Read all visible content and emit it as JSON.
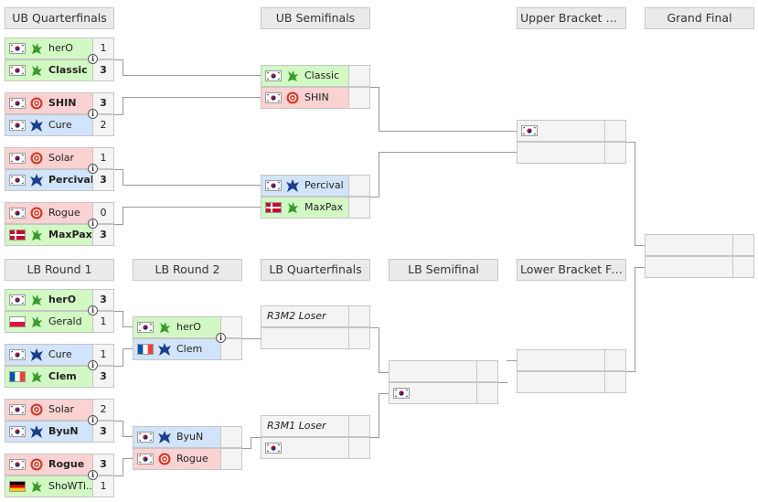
{
  "headers": [
    {
      "key": "ubqf",
      "label": "UB Quarterfinals"
    },
    {
      "key": "ubsf",
      "label": "UB Semifinals"
    },
    {
      "key": "ubf",
      "label": "Upper Bracket Final"
    },
    {
      "key": "gf",
      "label": "Grand Final"
    },
    {
      "key": "lbr1",
      "label": "LB Round 1"
    },
    {
      "key": "lbr2",
      "label": "LB Round 2"
    },
    {
      "key": "lbqf",
      "label": "LB Quarterfinals"
    },
    {
      "key": "lbsf",
      "label": "LB Semifinal"
    },
    {
      "key": "lbf",
      "label": "Lower Bracket Final"
    }
  ],
  "matches": [
    {
      "id": "ubqf1",
      "players": [
        {
          "name": "herO",
          "flag": "kr",
          "race": "zerg",
          "score": "1",
          "win": false
        },
        {
          "name": "Classic",
          "flag": "kr",
          "race": "zerg",
          "score": "3",
          "win": true
        }
      ]
    },
    {
      "id": "ubqf2",
      "players": [
        {
          "name": "SHIN",
          "flag": "kr",
          "race": "protoss",
          "score": "3",
          "win": true
        },
        {
          "name": "Cure",
          "flag": "kr",
          "race": "terran",
          "score": "2",
          "win": false
        }
      ]
    },
    {
      "id": "ubqf3",
      "players": [
        {
          "name": "Solar",
          "flag": "kr",
          "race": "protoss",
          "score": "1",
          "win": false
        },
        {
          "name": "Percival",
          "flag": "kr",
          "race": "terran",
          "score": "3",
          "win": true
        }
      ]
    },
    {
      "id": "ubqf4",
      "players": [
        {
          "name": "Rogue",
          "flag": "kr",
          "race": "protoss",
          "score": "0",
          "win": false
        },
        {
          "name": "MaxPax",
          "flag": "dk",
          "race": "zerg",
          "score": "3",
          "win": true
        }
      ]
    },
    {
      "id": "ubsf1",
      "players": [
        {
          "name": "Classic",
          "flag": "kr",
          "race": "zerg",
          "score": "",
          "win": false
        },
        {
          "name": "SHIN",
          "flag": "kr",
          "race": "protoss",
          "score": "",
          "win": false
        }
      ]
    },
    {
      "id": "ubsf2",
      "players": [
        {
          "name": "Percival",
          "flag": "kr",
          "race": "terran",
          "score": "",
          "win": false
        },
        {
          "name": "MaxPax",
          "flag": "dk",
          "race": "zerg",
          "score": "",
          "win": false
        }
      ]
    },
    {
      "id": "ubf",
      "players": [
        {
          "name": "",
          "flag": "kr",
          "race": "",
          "score": "",
          "win": false
        },
        {
          "name": "",
          "flag": "",
          "race": "",
          "score": "",
          "win": false
        }
      ]
    },
    {
      "id": "gf",
      "players": [
        {
          "name": "",
          "flag": "",
          "race": "",
          "score": "",
          "win": false
        },
        {
          "name": "",
          "flag": "",
          "race": "",
          "score": "",
          "win": false
        }
      ]
    },
    {
      "id": "lbr1a",
      "players": [
        {
          "name": "herO",
          "flag": "kr",
          "race": "zerg",
          "score": "3",
          "win": true
        },
        {
          "name": "Gerald",
          "flag": "pl",
          "race": "zerg",
          "score": "1",
          "win": false
        }
      ]
    },
    {
      "id": "lbr1b",
      "players": [
        {
          "name": "Cure",
          "flag": "kr",
          "race": "terran",
          "score": "1",
          "win": false
        },
        {
          "name": "Clem",
          "flag": "fr",
          "race": "zerg",
          "score": "3",
          "win": true
        }
      ]
    },
    {
      "id": "lbr1c",
      "players": [
        {
          "name": "Solar",
          "flag": "kr",
          "race": "protoss",
          "score": "2",
          "win": false
        },
        {
          "name": "ByuN",
          "flag": "kr",
          "race": "terran",
          "score": "3",
          "win": true
        }
      ]
    },
    {
      "id": "lbr1d",
      "players": [
        {
          "name": "Rogue",
          "flag": "kr",
          "race": "protoss",
          "score": "3",
          "win": true
        },
        {
          "name": "ShoWTi...",
          "flag": "de",
          "race": "zerg",
          "score": "1",
          "win": false
        }
      ]
    },
    {
      "id": "lbr2a",
      "players": [
        {
          "name": "herO",
          "flag": "kr",
          "race": "zerg",
          "score": "",
          "win": false
        },
        {
          "name": "Clem",
          "flag": "fr",
          "race": "terran",
          "score": "",
          "win": false
        }
      ]
    },
    {
      "id": "lbr2b",
      "players": [
        {
          "name": "ByuN",
          "flag": "kr",
          "race": "terran",
          "score": "",
          "win": false
        },
        {
          "name": "Rogue",
          "flag": "kr",
          "race": "protoss",
          "score": "",
          "win": false
        }
      ]
    },
    {
      "id": "lbqf1",
      "players": [
        {
          "name": "R3M2 Loser",
          "flag": "",
          "race": "",
          "score": "",
          "win": false,
          "placeholder": true
        },
        {
          "name": "",
          "flag": "",
          "race": "",
          "score": "",
          "win": false
        }
      ]
    },
    {
      "id": "lbqf2",
      "players": [
        {
          "name": "R3M1 Loser",
          "flag": "",
          "race": "",
          "score": "",
          "win": false,
          "placeholder": true
        },
        {
          "name": "",
          "flag": "kr",
          "race": "",
          "score": "",
          "win": false
        }
      ]
    },
    {
      "id": "lbsf",
      "players": [
        {
          "name": "",
          "flag": "",
          "race": "",
          "score": "",
          "win": false
        },
        {
          "name": "",
          "flag": "kr",
          "race": "",
          "score": "",
          "win": false
        }
      ]
    },
    {
      "id": "lbf",
      "players": [
        {
          "name": "",
          "flag": "",
          "race": "",
          "score": "",
          "win": false
        },
        {
          "name": "",
          "flag": "",
          "race": "",
          "score": "",
          "win": false
        }
      ]
    }
  ],
  "colors": {
    "zerg": "#d2f8c4",
    "protoss": "#fbd2d2",
    "terran": "#d2e4fa",
    "empty": "#f4f4f4",
    "line": "#999999"
  },
  "icons": {
    "zerg": "zerg-race-icon",
    "protoss": "protoss-race-icon",
    "terran": "terran-race-icon",
    "info": "info-icon"
  }
}
